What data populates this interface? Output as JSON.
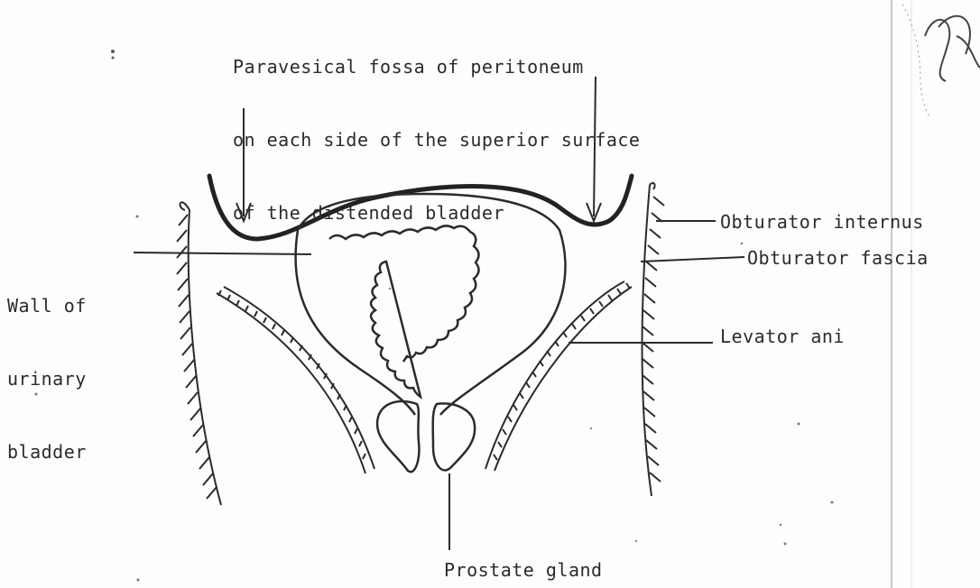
{
  "labels": {
    "paravesical_fossa": [
      "Paravesical fossa of peritoneum",
      "on each side of the superior surface",
      "of the distended bladder"
    ],
    "wall_of_bladder": [
      "Wall of",
      "urinary",
      "bladder"
    ],
    "obturator_internus": "Obturator internus",
    "obturator_fascia": "Obturator fascia",
    "levator_ani": "Levator ani",
    "prostate_gland": "Prostate gland"
  },
  "colors": {
    "ink": "#2b2b2b",
    "paper": "#fdfdfc"
  }
}
